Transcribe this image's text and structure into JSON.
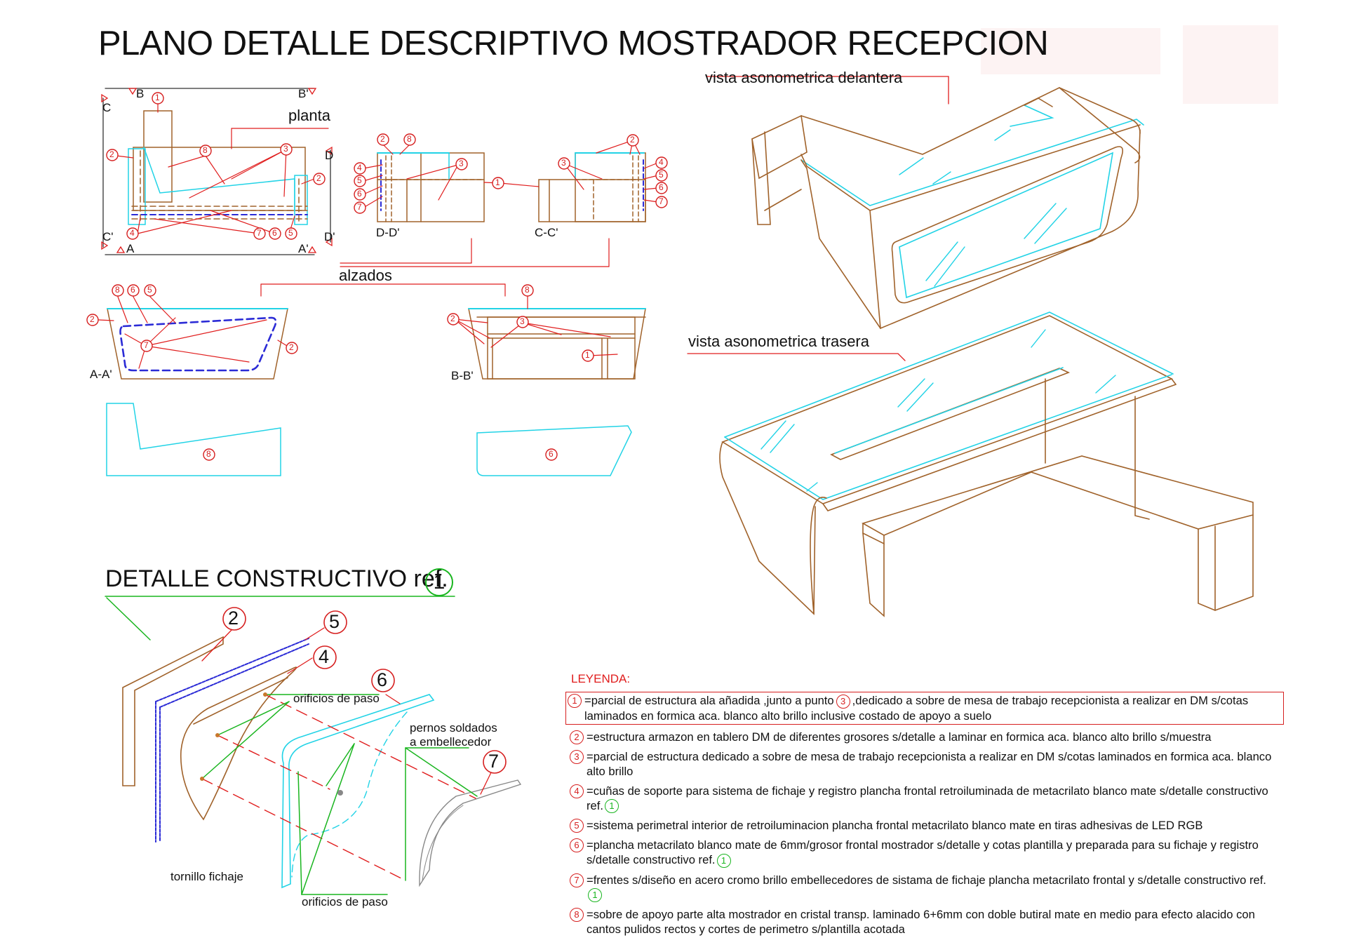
{
  "title": "PLANO DETALLE DESCRIPTIVO MOSTRADOR RECEPCION",
  "views": {
    "planta": "planta",
    "alzados": "alzados",
    "front_iso": "vista asonometrica delantera",
    "rear_iso": "vista asonometrica trasera"
  },
  "section_marks": {
    "b": "B",
    "b2": "B'",
    "c": "C",
    "c2": "C'",
    "d": "D",
    "d2": "D'",
    "a": "A",
    "a2": "A'",
    "dd": "D-D'",
    "cc": "C-C'",
    "aa": "A-A'",
    "bb": "B-B'"
  },
  "detail": {
    "title": "DETALLE CONSTRUCTIVO ref.",
    "ref": "1",
    "orificios_top": "orificios de paso",
    "orificios_bottom": "orificios de paso",
    "pernos_l1": "pernos soldados",
    "pernos_l2": "a embellecedor",
    "tornillo": "tornillo fichaje",
    "n2": "2",
    "n4": "4",
    "n5": "5",
    "n6": "6",
    "n7": "7"
  },
  "legend": {
    "title": "LEYENDA:",
    "ref_mark": "1",
    "items": [
      {
        "num": "1",
        "pre": "=parcial de estructura ala añadida ,junto a punto",
        "mid_ref": "3",
        "text": ",dedicado a sobre de mesa de trabajo recepcionista a realizar en DM s/cotas laminados en formica aca. blanco alto brillo inclusive costado de apoyo a suelo"
      },
      {
        "num": "2",
        "text": "=estructura armazon en tablero DM de diferentes grosores s/detalle a laminar en formica aca. blanco alto brillo s/muestra"
      },
      {
        "num": "3",
        "text": "=parcial de estructura dedicado a sobre de mesa de trabajo recepcionista a realizar en DM s/cotas laminados en formica aca. blanco alto brillo"
      },
      {
        "num": "4",
        "text": "=cuñas de soporte para sistema de fichaje y registro plancha frontal retroiluminada de metacrilato blanco mate s/detalle constructivo ref."
      },
      {
        "num": "5",
        "text": "=sistema perimetral interior de retroiluminacion plancha frontal metacrilato blanco mate en tiras adhesivas de LED RGB"
      },
      {
        "num": "6",
        "text": "=plancha metacrilato blanco mate de 6mm/grosor frontal mostrador s/detalle y cotas plantilla y preparada para su fichaje y registro s/detalle constructivo ref."
      },
      {
        "num": "7",
        "text": "=frentes s/diseño en acero cromo brillo embellecedores de sistama de fichaje plancha metacrilato frontal y s/detalle constructivo ref."
      },
      {
        "num": "8",
        "text": "=sobre de apoyo parte alta mostrador en cristal transp. laminado 6+6mm con doble butiral mate en medio para efecto alacido con cantos pulidos rectos y cortes de perimetro s/plantilla acotada"
      }
    ]
  },
  "colors": {
    "structure": "#a0622a",
    "glass": "#22d3e6",
    "callout": "#e01d1d",
    "led": "#2b2bd6",
    "detail_green": "#19b51f",
    "chrome": "#888888"
  }
}
